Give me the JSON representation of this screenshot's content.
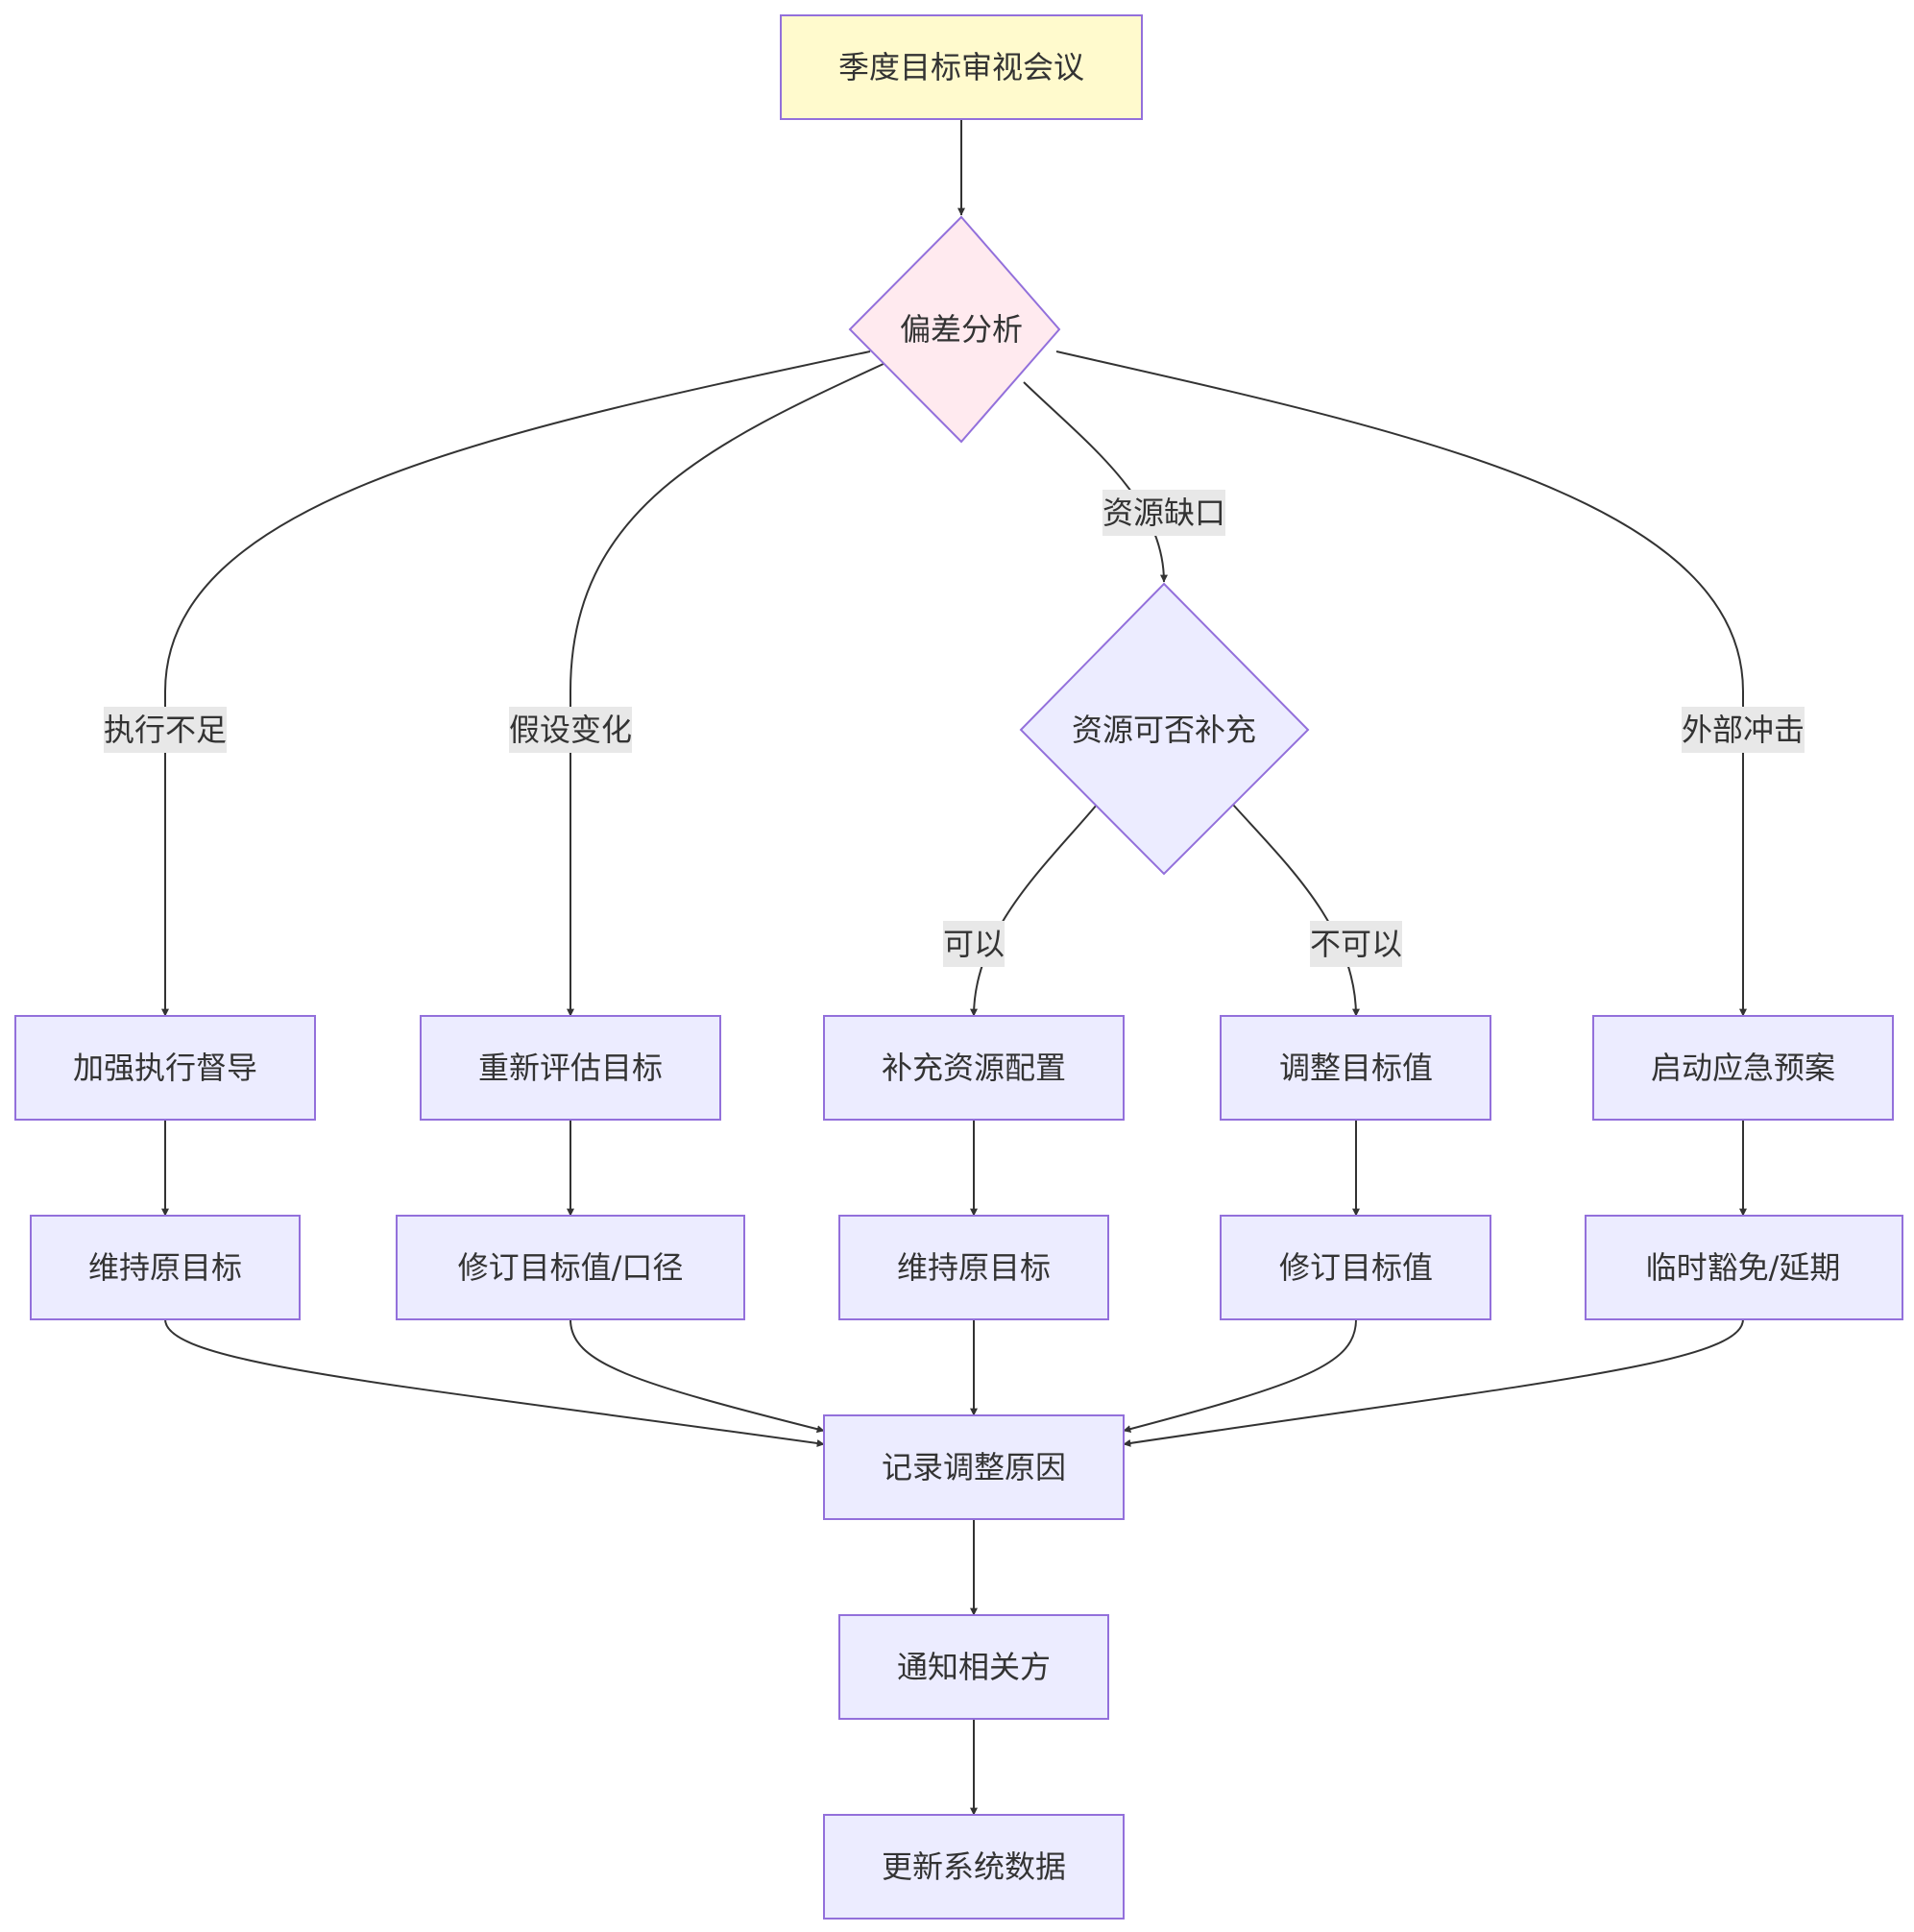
{
  "colors": {
    "node_fill": "#ECECFF",
    "node_stroke": "#9370DB",
    "start_fill": "#FFFACD",
    "decision_primary_fill": "#FFEAEF",
    "edge": "#333333",
    "label_bg": "#E8E8E8",
    "text": "#333333"
  },
  "nodes": {
    "review_meeting": "季度目标审视会议",
    "deviation_analysis": "偏差分析",
    "resource_check": "资源可否补充",
    "strengthen_execution": "加强执行督导",
    "reassess_goal": "重新评估目标",
    "add_resources": "补充资源配置",
    "adjust_target": "调整目标值",
    "emergency_plan": "启动应急预案",
    "keep_goal_a": "维持原目标",
    "revise_scope": "修订目标值/口径",
    "keep_goal_b": "维持原目标",
    "revise_target": "修订目标值",
    "temp_waiver": "临时豁免/延期",
    "record_reason": "记录调整原因",
    "notify_parties": "通知相关方",
    "update_system": "更新系统数据"
  },
  "edge_labels": {
    "insufficient_execution": "执行不足",
    "assumption_change": "假设变化",
    "resource_gap": "资源缺口",
    "external_shock": "外部冲击",
    "yes": "可以",
    "no": "不可以"
  }
}
